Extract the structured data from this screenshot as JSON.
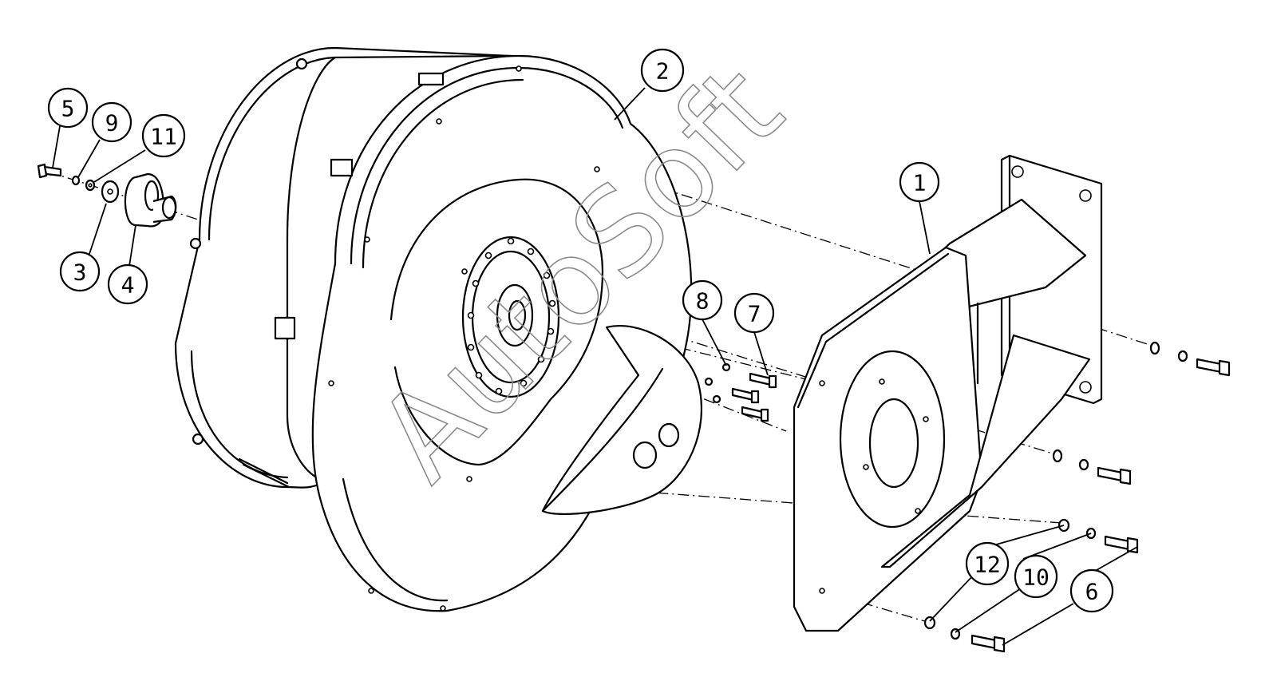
{
  "watermark": "AutoSoft",
  "balloons": [
    {
      "id": "1",
      "label": "1"
    },
    {
      "id": "2",
      "label": "2"
    },
    {
      "id": "3",
      "label": "3"
    },
    {
      "id": "4",
      "label": "4"
    },
    {
      "id": "5",
      "label": "5"
    },
    {
      "id": "6",
      "label": "6"
    },
    {
      "id": "7",
      "label": "7"
    },
    {
      "id": "8",
      "label": "8"
    },
    {
      "id": "9",
      "label": "9"
    },
    {
      "id": "10",
      "label": "10"
    },
    {
      "id": "11",
      "label": "11"
    },
    {
      "id": "12",
      "label": "12"
    }
  ]
}
